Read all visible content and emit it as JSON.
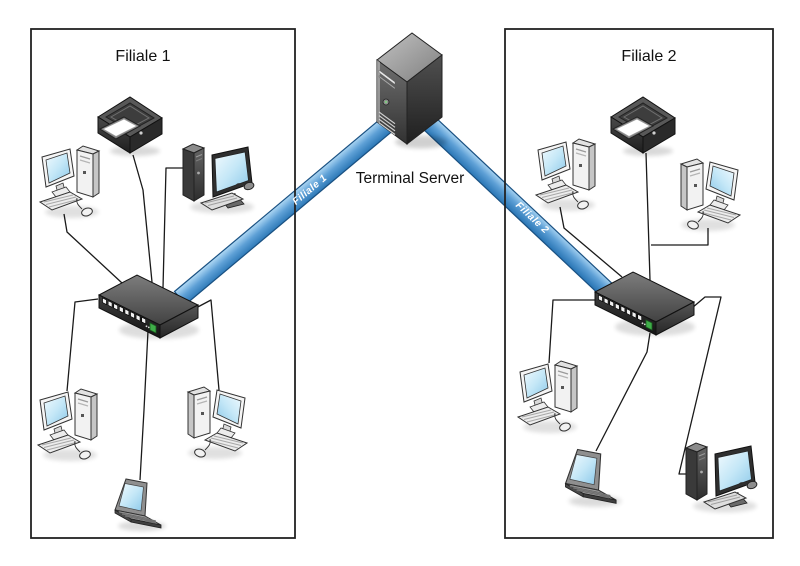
{
  "diagram": {
    "server": {
      "label": "Terminal Server",
      "icon": "server-tower-icon"
    },
    "links": [
      {
        "label": "Filiale 1",
        "from": "terminal-server",
        "to": "branch1-switch",
        "fill_light": "#a9d4f2",
        "fill_dark": "#2a76b5",
        "border": "#1a5182"
      },
      {
        "label": "Filiale 2",
        "from": "terminal-server",
        "to": "branch2-switch",
        "fill_light": "#a9d4f2",
        "fill_dark": "#2a76b5",
        "border": "#1a5182"
      }
    ],
    "branches": [
      {
        "title": "Filiale 1",
        "devices": {
          "desktop_pcs": 4,
          "printers": 1,
          "laptops": 1,
          "switches": 1
        }
      },
      {
        "title": "Filiale 2",
        "devices": {
          "desktop_pcs": 4,
          "printers": 1,
          "laptops": 1,
          "switches": 1
        }
      }
    ],
    "icons": {
      "server": "server-tower-icon",
      "switch": "ethernet-switch-icon",
      "desktop": "desktop-pc-icon",
      "printer": "printer-icon",
      "laptop": "laptop-icon"
    },
    "colors": {
      "background": "#ffffff",
      "box_border": "#222222",
      "cable_line": "#1a1a1a",
      "link_border": "#1a5182",
      "link_fill_light": "#a9d4f2",
      "link_fill_dark": "#2a76b5",
      "switch_led_green": "#3fae49",
      "screen_blue": "#8cc8e9"
    }
  }
}
